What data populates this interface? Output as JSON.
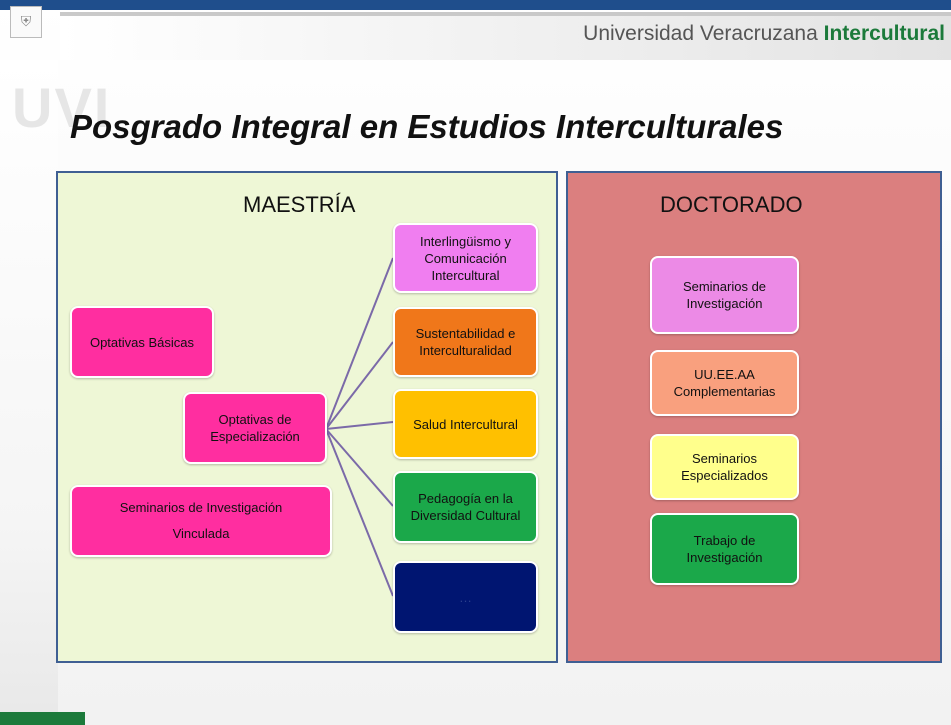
{
  "header": {
    "university_part1": "Universidad Veracruzana",
    "university_part2": "Intercultural",
    "watermark": "UVI",
    "seal_glyph": "⛨"
  },
  "title": "Posgrado Integral en Estudios Interculturales",
  "maestria": {
    "heading": "MAESTRÍA",
    "optativas_basicas": "Optativas Básicas",
    "optativas_especializacion": "Optativas de Especialización",
    "seminarios_vinculada": "Seminarios de Investigación Vinculada",
    "branches": [
      {
        "label": "Interlingüismo y Comunicación Intercultural",
        "color": "#f07ef0"
      },
      {
        "label": "Sustentabilidad e Interculturalidad",
        "color": "#f0771a"
      },
      {
        "label": "Salud Intercultural",
        "color": "#ffc000"
      },
      {
        "label": "Pedagogía en la Diversidad Cultural",
        "color": "#1ba84a"
      },
      {
        "label": "…",
        "color": "#001571"
      }
    ]
  },
  "doctorado": {
    "heading": "DOCTORADO",
    "items": [
      {
        "label": "Seminarios de Investigación",
        "color": "#ec8ae6"
      },
      {
        "label": "UU.EE.AA Complementarias",
        "color": "#f9a07e"
      },
      {
        "label": "Seminarios Especializados",
        "color": "#ffff8c"
      },
      {
        "label": "Trabajo de Investigación",
        "color": "#1ba84a"
      }
    ]
  },
  "colors": {
    "magenta": "#ff2ea0",
    "connector": "#7b6aa8"
  }
}
